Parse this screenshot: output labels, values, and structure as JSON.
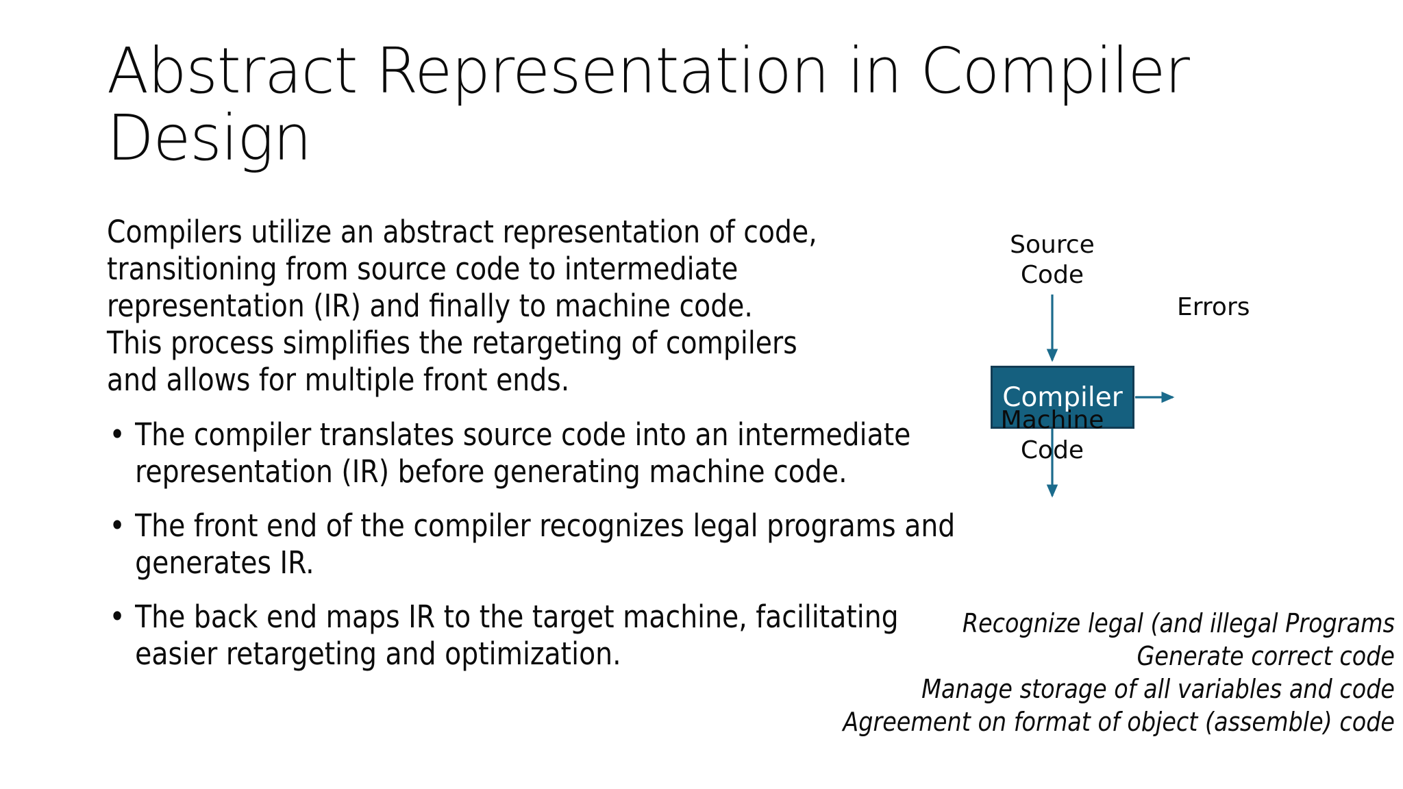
{
  "slide": {
    "title": "Abstract Representation in Compiler Design",
    "background_color": "#FFFFFF",
    "text_color": "#0B0B0B"
  },
  "content": {
    "intro_paragraph": "Compilers utilize an abstract representation of code, transitioning from source code to intermediate representation (IR) and finally to machine code. This process simplifies the retargeting of compilers and allows for multiple front ends.",
    "intro_lines": [
      "Compilers utilize an abstract representation of code,",
      "transitioning from source code to intermediate",
      "representation (IR) and finally to machine code.",
      "This process simplifies the retargeting of compilers",
      "and allows for multiple front ends."
    ],
    "bullet_marker": "•",
    "bullets": [
      "The compiler translates source code into an intermediate representation (IR) before generating machine code.",
      "The front end of the compiler recognizes legal programs and generates IR.",
      "The back end maps IR to the target machine, facilitating easier retargeting and optimization."
    ]
  },
  "diagram": {
    "accent_color": "#15607F",
    "border_color": "#123C54",
    "arrow_color": "#1B6B8C",
    "box_text_color": "#FFFFFF",
    "source_label": "Source\nCode",
    "box_label": "Compiler",
    "errors_label": "Errors",
    "machine_label": "Machine\nCode"
  },
  "notes": {
    "lines": [
      "Recognize legal (and illegal Programs",
      "Generate correct code",
      "Manage storage of all variables and code",
      "Agreement on format of object (assemble) code"
    ]
  }
}
